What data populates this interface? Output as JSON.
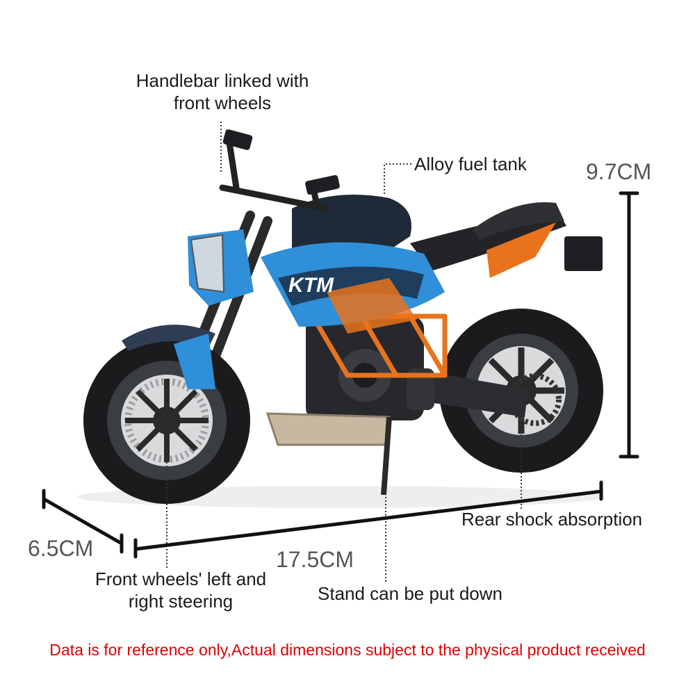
{
  "callouts": {
    "handlebar": [
      "Handlebar linked with",
      "front wheels"
    ],
    "fuel_tank": "Alloy fuel tank",
    "rear_shock": "Rear shock absorption",
    "steering": [
      "Front wheels' left and",
      "right steering"
    ],
    "stand": "Stand can be put down"
  },
  "dimensions": {
    "height": "9.7CM",
    "width": "6.5CM",
    "length": "17.5CM"
  },
  "disclaimer": "Data is for reference only,Actual dimensions subject to the physical product received",
  "colors": {
    "disclaimer": "#e00000",
    "body_blue": "#2f8fd8",
    "accent_orange": "#e8731c",
    "tire": "#1b1b1d"
  }
}
